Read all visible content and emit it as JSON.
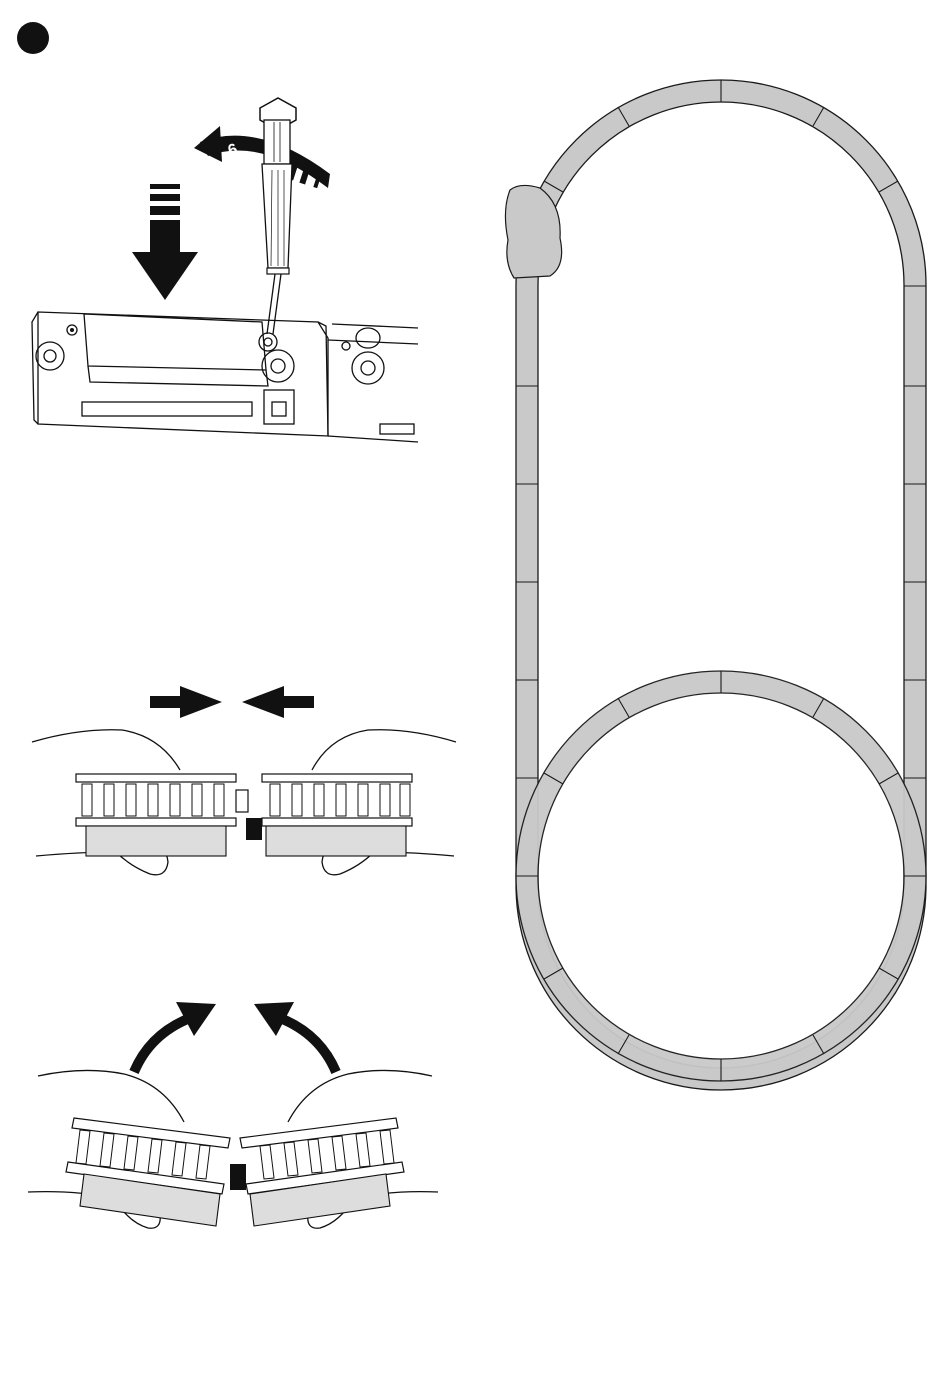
{
  "step_marker": {
    "icon": "filled-black-circle"
  },
  "step1": {
    "screwdriver_label": "6",
    "icons": [
      "down-arrow-icon",
      "rotate-arrow-icon",
      "screwdriver-icon"
    ]
  },
  "step2": {
    "icons": [
      "push-right-arrow-icon",
      "push-left-arrow-icon"
    ]
  },
  "step3": {
    "icons": [
      "curved-arrow-left-icon",
      "curved-arrow-right-icon"
    ]
  },
  "layout": {
    "description_icon": "track-layout-oval-with-loop",
    "track_color": "#c9c9c9",
    "outline_color": "#1a1a1a"
  }
}
